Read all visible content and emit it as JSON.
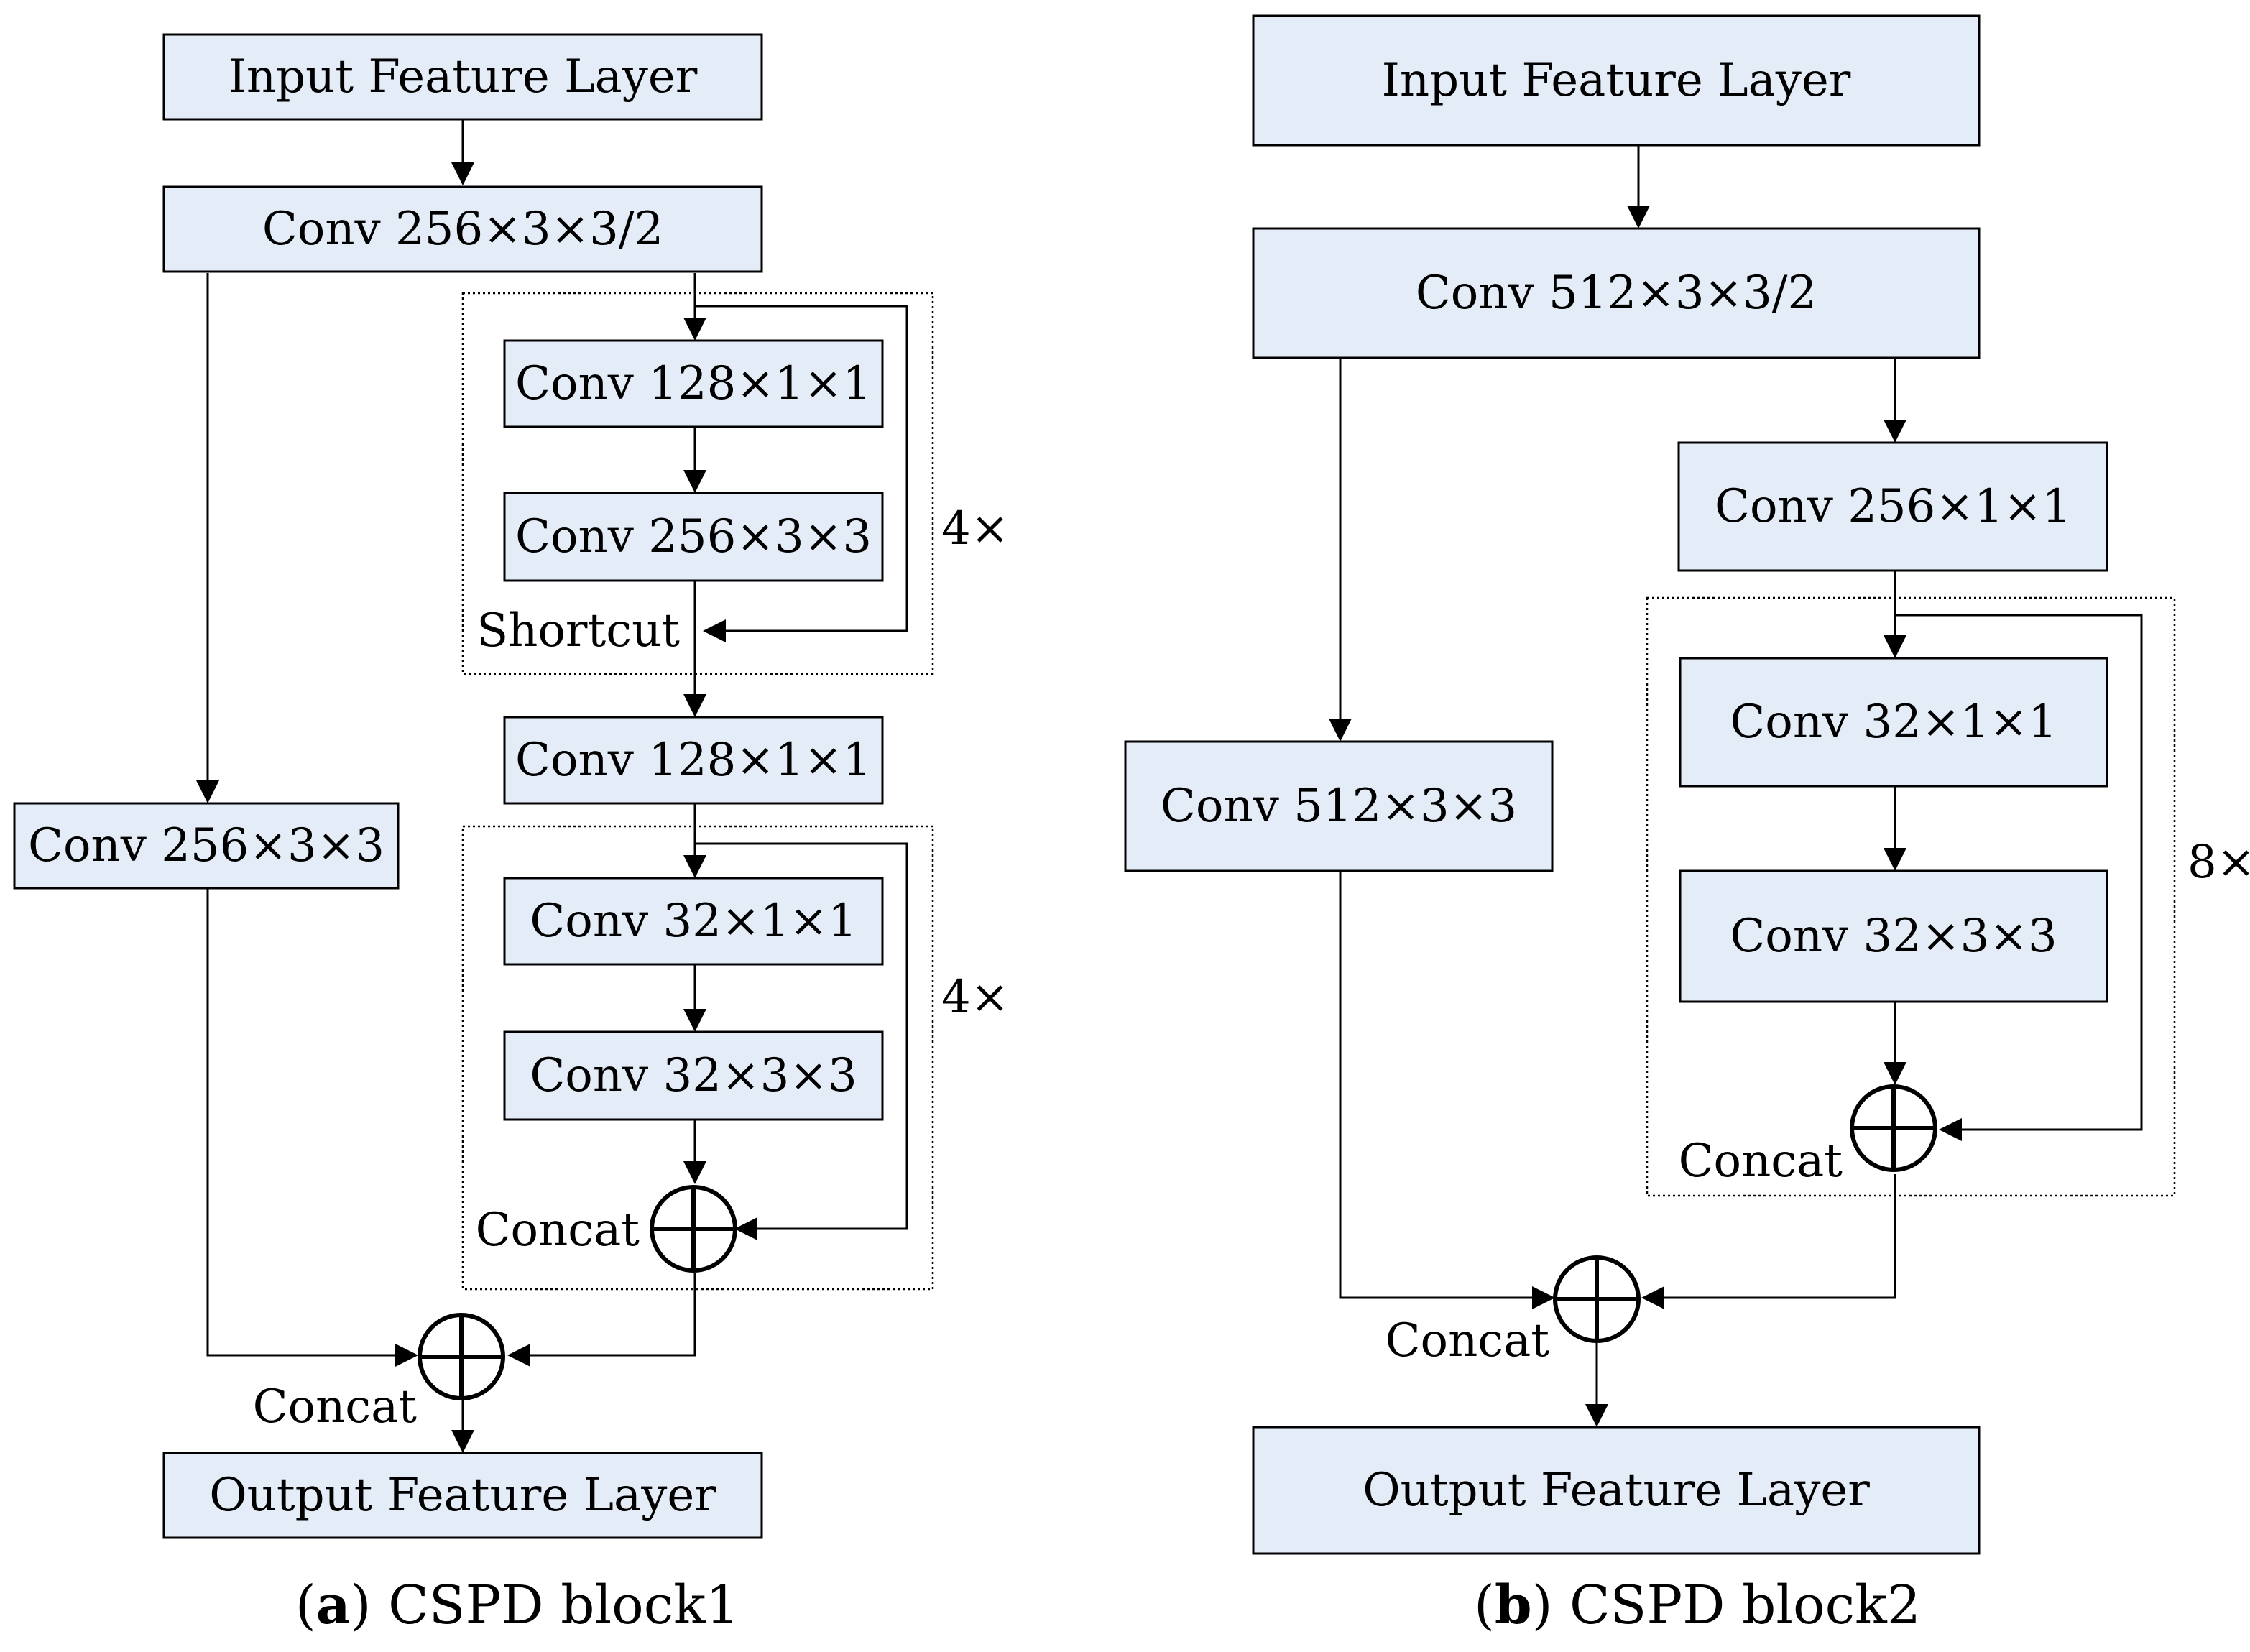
{
  "panel_a": {
    "input": "Input Feature Layer",
    "conv_down": "Conv 256×3×3/2",
    "branch_left": "Conv 256×3×3",
    "block1": {
      "conv_a": "Conv 128×1×1",
      "conv_b": "Conv 256×3×3",
      "merge": "Shortcut",
      "repeat": "4×"
    },
    "transition": "Conv 128×1×1",
    "block2": {
      "conv_a": "Conv 32×1×1",
      "conv_b": "Conv 32×3×3",
      "merge": "Concat",
      "repeat": "4×"
    },
    "final_merge": "Concat",
    "output": "Output Feature Layer",
    "caption": {
      "letter": "a",
      "title": "CSPD block1"
    }
  },
  "panel_b": {
    "input": "Input Feature Layer",
    "conv_down": "Conv 512×3×3/2",
    "branch_left": "Conv 512×3×3",
    "branch_right": "Conv 256×1×1",
    "block": {
      "conv_a": "Conv 32×1×1",
      "conv_b": "Conv 32×3×3",
      "merge": "Concat",
      "repeat": "8×"
    },
    "final_merge": "Concat",
    "output": "Output Feature Layer",
    "caption": {
      "letter": "b",
      "title": "CSPD block2"
    }
  }
}
